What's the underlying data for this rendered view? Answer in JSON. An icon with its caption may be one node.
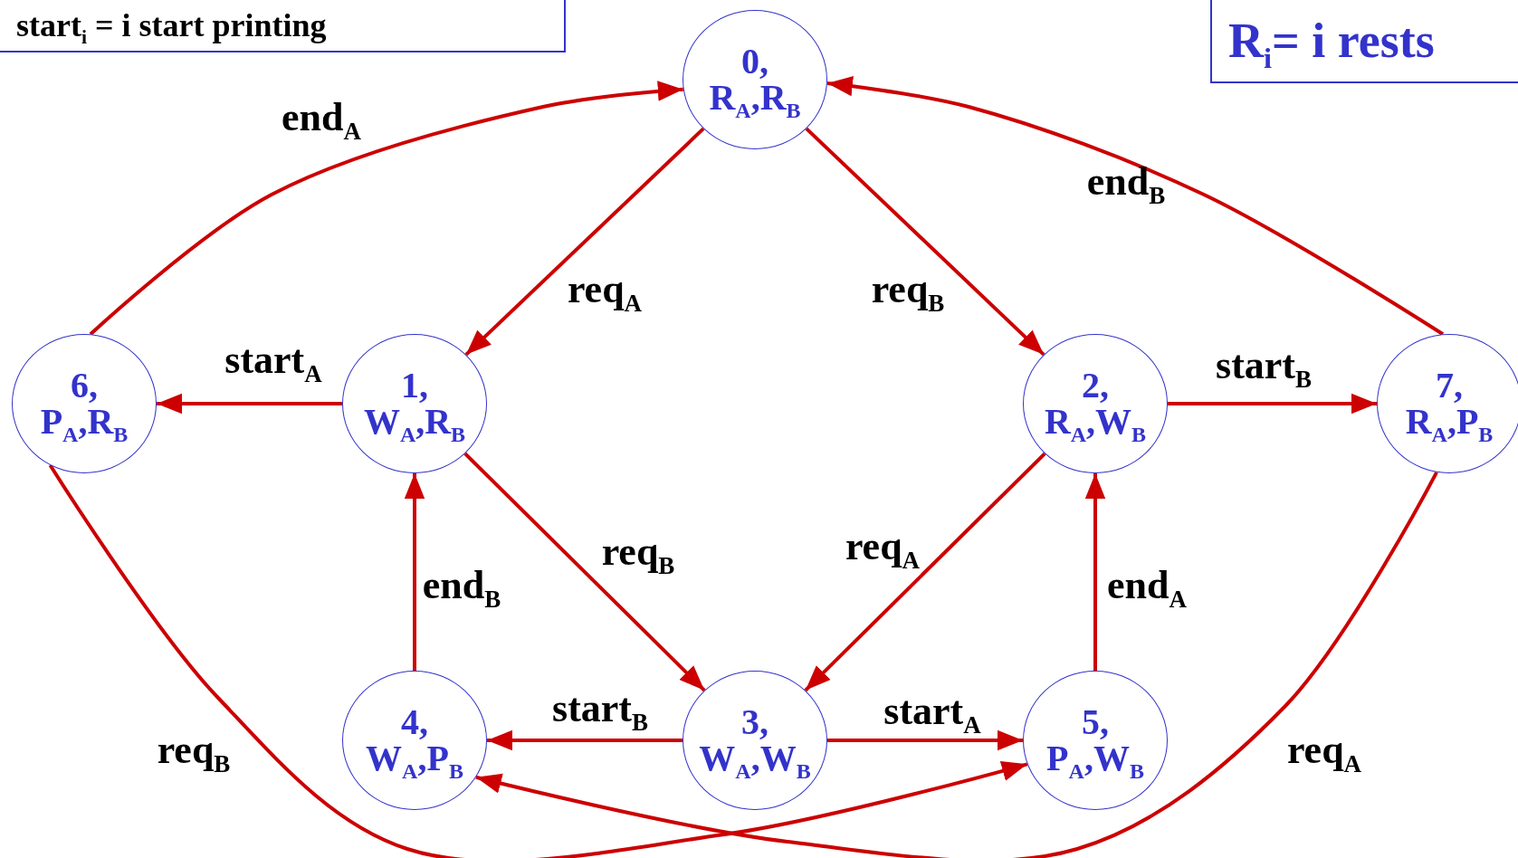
{
  "diagram": {
    "nodes": [
      {
        "text": [
          "0,",
          "R$_{A}$,R$_{B}$"
        ]
      },
      {
        "text": [
          "1,",
          "W$_{A}$,R$_{B}$"
        ]
      },
      {
        "text": [
          "2,",
          "R$_{A}$,W$_{B}$"
        ]
      },
      {
        "text": [
          "3,",
          "W$_{A}$,W$_{B}$"
        ]
      },
      {
        "text": [
          "4,",
          "W$_{A}$,P$_{B}$"
        ]
      },
      {
        "text": [
          "5,",
          "P$_{A}$,W$_{B}$"
        ]
      },
      {
        "text": [
          "6,",
          "P$_{A}$,R$_{B}$"
        ]
      },
      {
        "text": [
          "7,",
          "R$_{A}$,P$_{B}$"
        ]
      },
      {
        "text": [
          "start$_{i}$ = i start printing"
        ]
      },
      {
        "text": [
          "R$_{i}$= i rests"
        ]
      }
    ],
    "edges": [
      {
        "from": 0,
        "to": 1,
        "arrow": "to",
        "label": "req$_{A}$"
      },
      {
        "from": 0,
        "to": 2,
        "arrow": "to",
        "label": "req$_{B}$"
      },
      {
        "from": 1,
        "to": 6,
        "arrow": "to",
        "label": "start$_{A}$"
      },
      {
        "from": 2,
        "to": 7,
        "arrow": "to",
        "label": "start$_{B}$"
      },
      {
        "from": 1,
        "to": 3,
        "arrow": "to",
        "label": "req$_{B}$"
      },
      {
        "from": 2,
        "to": 3,
        "arrow": "to",
        "label": "req$_{A}$"
      },
      {
        "from": 4,
        "to": 1,
        "arrow": "to",
        "label": "end$_{B}$"
      },
      {
        "from": 5,
        "to": 2,
        "arrow": "to",
        "label": "end$_{A}$"
      },
      {
        "from": 3,
        "to": 4,
        "arrow": "to",
        "label": "start$_{B}$"
      },
      {
        "from": 3,
        "to": 5,
        "arrow": "to",
        "label": "start$_{A}$"
      },
      {
        "from": 6,
        "to": 0,
        "arrow": "to",
        "label": "end$_{A}$"
      },
      {
        "from": 7,
        "to": 0,
        "arrow": "to",
        "label": "end$_{B}$"
      },
      {
        "from": 6,
        "to": 5,
        "arrow": "to",
        "label": "req$_{B}$"
      },
      {
        "from": 7,
        "to": 4,
        "arrow": "to",
        "label": "req$_{A}$"
      }
    ]
  }
}
